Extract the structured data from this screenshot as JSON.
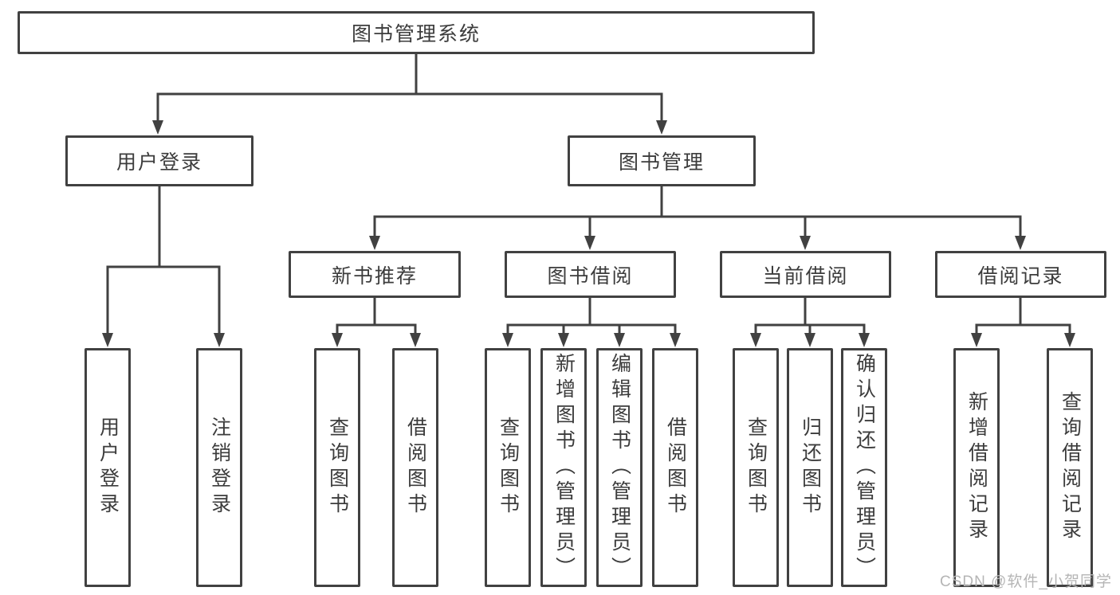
{
  "tree": {
    "label": "图书管理系统",
    "children": [
      {
        "label": "用户登录",
        "children": [
          {
            "label": "用户登录"
          },
          {
            "label": "注销登录"
          }
        ]
      },
      {
        "label": "图书管理",
        "children": [
          {
            "label": "新书推荐",
            "children": [
              {
                "label": "查询图书"
              },
              {
                "label": "借阅图书"
              }
            ]
          },
          {
            "label": "图书借阅",
            "children": [
              {
                "label": "查询图书"
              },
              {
                "label": "新增图书（管理员）"
              },
              {
                "label": "编辑图书（管理员）"
              },
              {
                "label": "借阅图书"
              }
            ]
          },
          {
            "label": "当前借阅",
            "children": [
              {
                "label": "查询图书"
              },
              {
                "label": "归还图书"
              },
              {
                "label": "确认归还（管理员）"
              }
            ]
          },
          {
            "label": "借阅记录",
            "children": [
              {
                "label": "新增借阅记录"
              },
              {
                "label": "查询借阅记录"
              }
            ]
          }
        ]
      }
    ]
  },
  "watermark": {
    "text": "CSDN @软件_小贺同学"
  },
  "colors": {
    "line": "#414141",
    "box_border": "#414141",
    "text": "#3c3c3c",
    "watermark": "#b5b5b5",
    "background": "#ffffff"
  }
}
